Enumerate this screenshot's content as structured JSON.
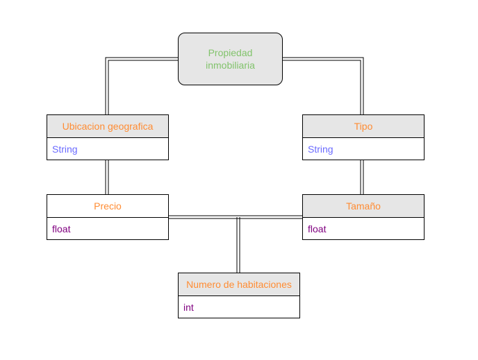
{
  "diagram": {
    "root": {
      "label": "Propiedad inmobiliaria"
    },
    "ubicacion": {
      "title": "Ubicacion geografica",
      "type": "String"
    },
    "tipo": {
      "title": "Tipo",
      "type": "String"
    },
    "precio": {
      "title": "Precio",
      "type": "float"
    },
    "tamano": {
      "title": "Tamaño",
      "type": "float"
    },
    "habitaciones": {
      "title": "Numero de habitaciones",
      "type": "int"
    }
  },
  "colors": {
    "header_text": "#ff8c33",
    "root_text": "#82c36c",
    "string_type": "#6b6bff",
    "numeric_type": "#800080",
    "header_fill": "#e6e6e6"
  }
}
